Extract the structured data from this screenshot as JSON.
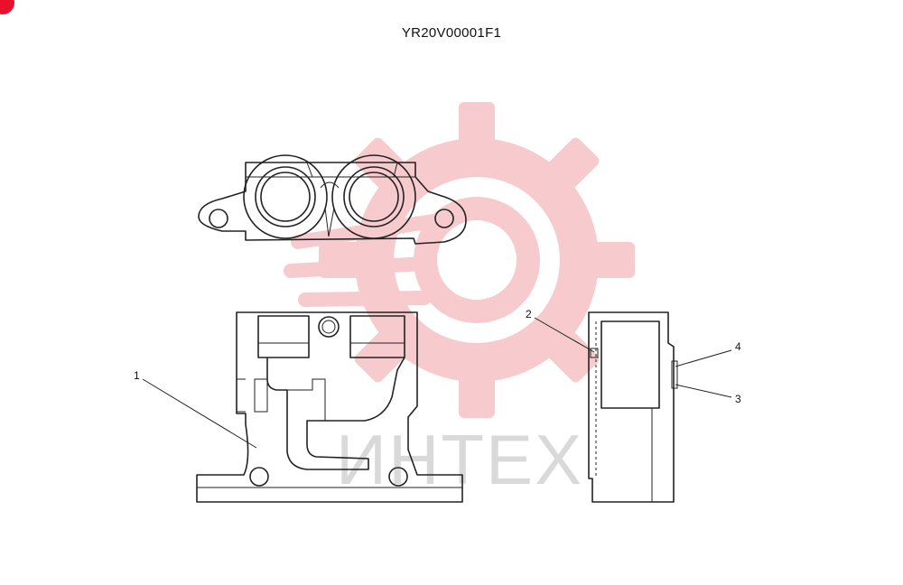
{
  "title": "YR20V00001F1",
  "watermark": {
    "text": "ИНТЕХ",
    "gear_color": "#f7c9cc",
    "text_color": "#d9d9d9"
  },
  "callouts": [
    {
      "label": "1"
    },
    {
      "label": "2"
    },
    {
      "label": "3"
    },
    {
      "label": "4"
    }
  ],
  "colors": {
    "line": "#222222",
    "corner_mark": "#e8102a"
  }
}
